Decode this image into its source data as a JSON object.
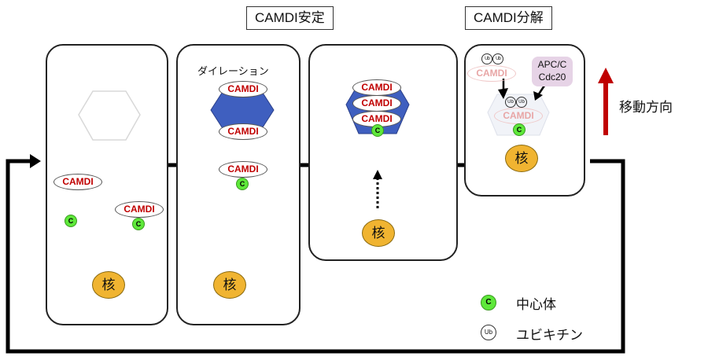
{
  "titles": {
    "stable": "CAMDI安定",
    "degrade": "CAMDI分解"
  },
  "camdi_label": "CAMDI",
  "centrosome_letter": "C",
  "nucleus_label": "核",
  "dilation_label": "ダイレーション",
  "apc_label_line1": "APC/C",
  "apc_label_line2": "Cdc20",
  "ub_symbol": "Ub",
  "direction_label": "移動方向",
  "legend": {
    "centrosome": "中心体",
    "ubiquitin": "ユビキチン"
  },
  "colors": {
    "camdi_text": "#c00000",
    "hexagon": "#3f5fbf",
    "nucleus": "#f0b431",
    "centrosome": "#5ee83a",
    "direction_arrow": "#c00000",
    "apc_bg": "#e6d3e6"
  }
}
